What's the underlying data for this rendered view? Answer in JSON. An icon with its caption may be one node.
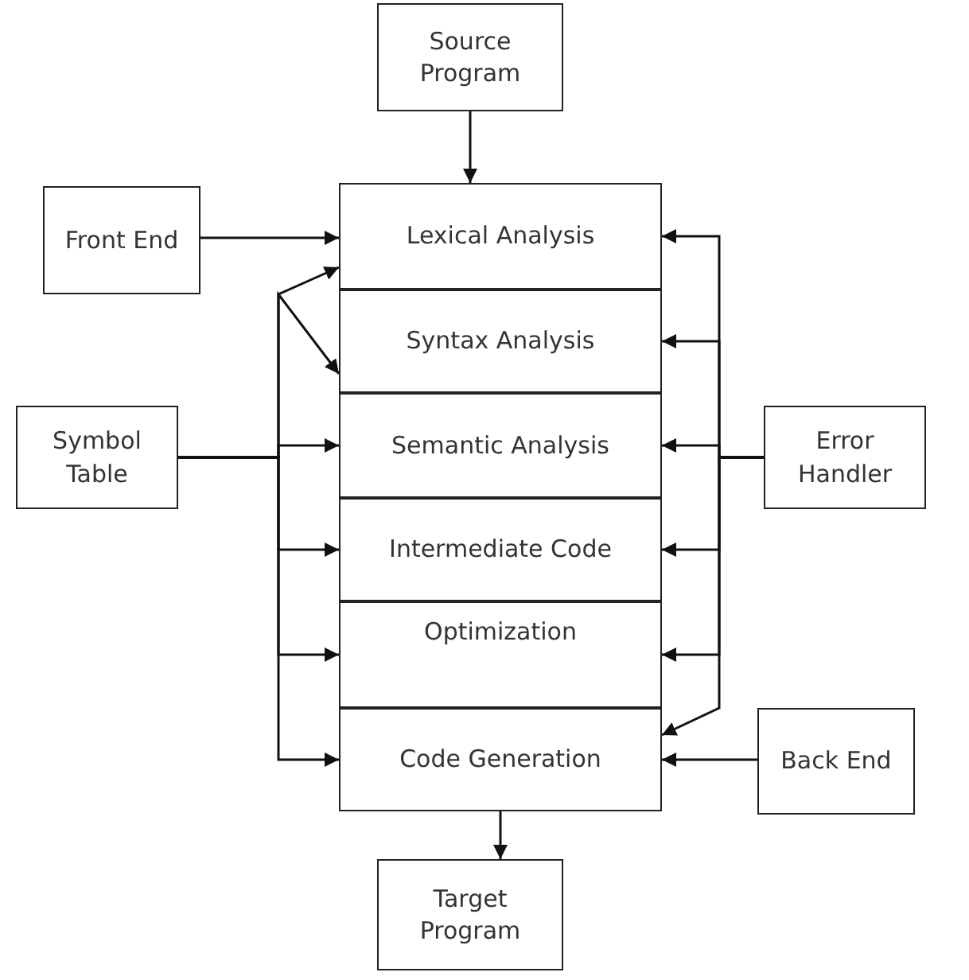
{
  "diagram": {
    "nodes": [
      {
        "text": [
          "Source Program"
        ]
      },
      {
        "text": [
          "Front End"
        ]
      },
      {
        "text": [
          "Lexical Analysis"
        ]
      },
      {
        "text": [
          "Syntax Analysis"
        ]
      },
      {
        "text": [
          "Semantic Analysis"
        ]
      },
      {
        "text": [
          "Intermediate Code"
        ]
      },
      {
        "text": [
          "Optimization"
        ]
      },
      {
        "text": [
          "Code Generation"
        ]
      },
      {
        "text": [
          "Symbol Table"
        ]
      },
      {
        "text": [
          "Error Handler"
        ]
      },
      {
        "text": [
          "Back End"
        ]
      },
      {
        "text": [
          "Target Program"
        ]
      }
    ],
    "edges": [
      {
        "from": 0,
        "to": 2,
        "arrow": "to"
      },
      {
        "from": 1,
        "to": 2,
        "arrow": "to"
      },
      {
        "from": 8,
        "to": 2,
        "arrow": "to"
      },
      {
        "from": 8,
        "to": 3,
        "arrow": "to"
      },
      {
        "from": 8,
        "to": 4,
        "arrow": "to"
      },
      {
        "from": 8,
        "to": 5,
        "arrow": "to"
      },
      {
        "from": 8,
        "to": 6,
        "arrow": "to"
      },
      {
        "from": 8,
        "to": 7,
        "arrow": "to"
      },
      {
        "from": 9,
        "to": 2,
        "arrow": "to"
      },
      {
        "from": 9,
        "to": 3,
        "arrow": "to"
      },
      {
        "from": 9,
        "to": 4,
        "arrow": "to"
      },
      {
        "from": 9,
        "to": 5,
        "arrow": "to"
      },
      {
        "from": 9,
        "to": 6,
        "arrow": "to"
      },
      {
        "from": 9,
        "to": 7,
        "arrow": "to"
      },
      {
        "from": 10,
        "to": 7,
        "arrow": "to"
      },
      {
        "from": 7,
        "to": 11,
        "arrow": "to"
      }
    ]
  }
}
